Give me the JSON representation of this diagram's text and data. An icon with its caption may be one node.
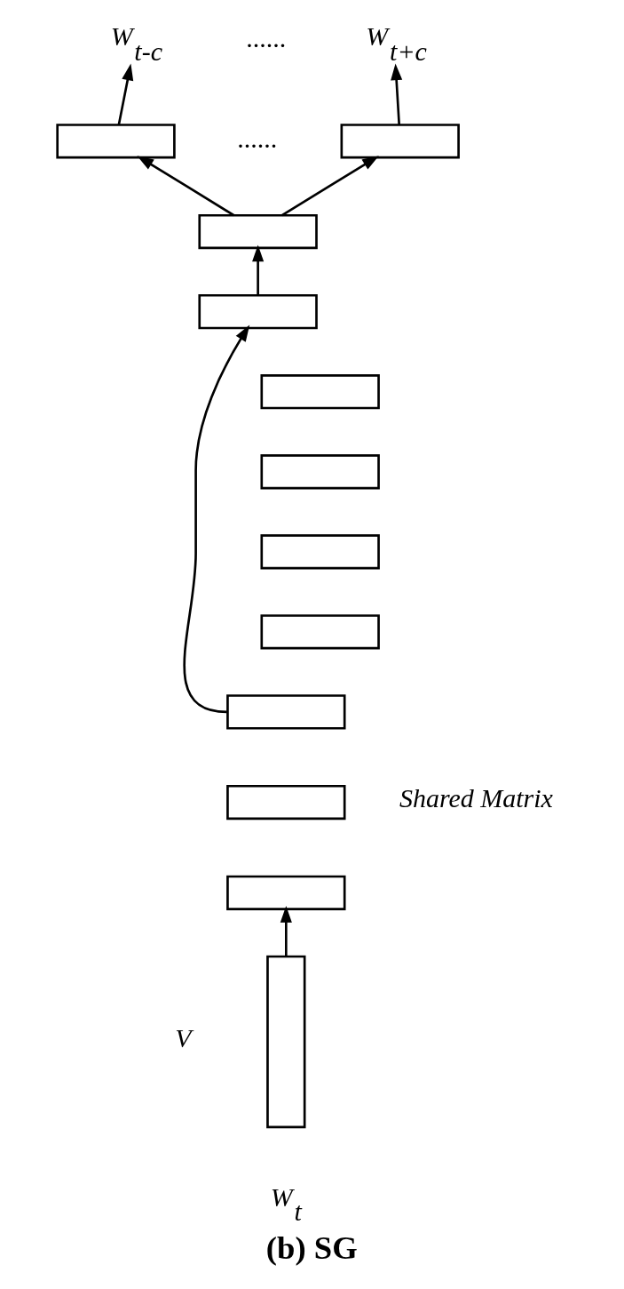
{
  "diagram": {
    "caption": "(b) SG",
    "nodes": [
      {
        "text": [
          "W$_{t-c}$"
        ]
      },
      {
        "text": [
          "W$_{t+c}$"
        ]
      },
      {
        "text": [],
        "shape": "box"
      },
      {
        "text": [],
        "shape": "box"
      },
      {
        "text": [],
        "shape": "box"
      },
      {
        "text": [],
        "shape": "box"
      },
      {
        "text": [],
        "shape": "box"
      },
      {
        "text": [],
        "shape": "box"
      },
      {
        "text": [],
        "shape": "box"
      },
      {
        "text": [],
        "shape": "box"
      },
      {
        "text": [],
        "shape": "box"
      },
      {
        "text": [],
        "shape": "box"
      },
      {
        "text": [],
        "shape": "box"
      },
      {
        "text": [],
        "shape": "bar",
        "beside": [
          "W$_{t}$"
        ]
      }
    ],
    "edges": [
      {
        "from": 13,
        "to": 12,
        "arrow": "to"
      },
      {
        "from": 10,
        "to": 5,
        "arrow": "to"
      },
      {
        "from": 5,
        "to": 4,
        "arrow": "to"
      },
      {
        "from": 4,
        "to": 2,
        "arrow": "to"
      },
      {
        "from": 4,
        "to": 3,
        "arrow": "to"
      },
      {
        "from": 2,
        "to": 0,
        "arrow": "to"
      },
      {
        "from": 3,
        "to": 1,
        "arrow": "to"
      }
    ],
    "labels": [
      "......",
      "......",
      "Shared Matrix",
      "V"
    ]
  }
}
